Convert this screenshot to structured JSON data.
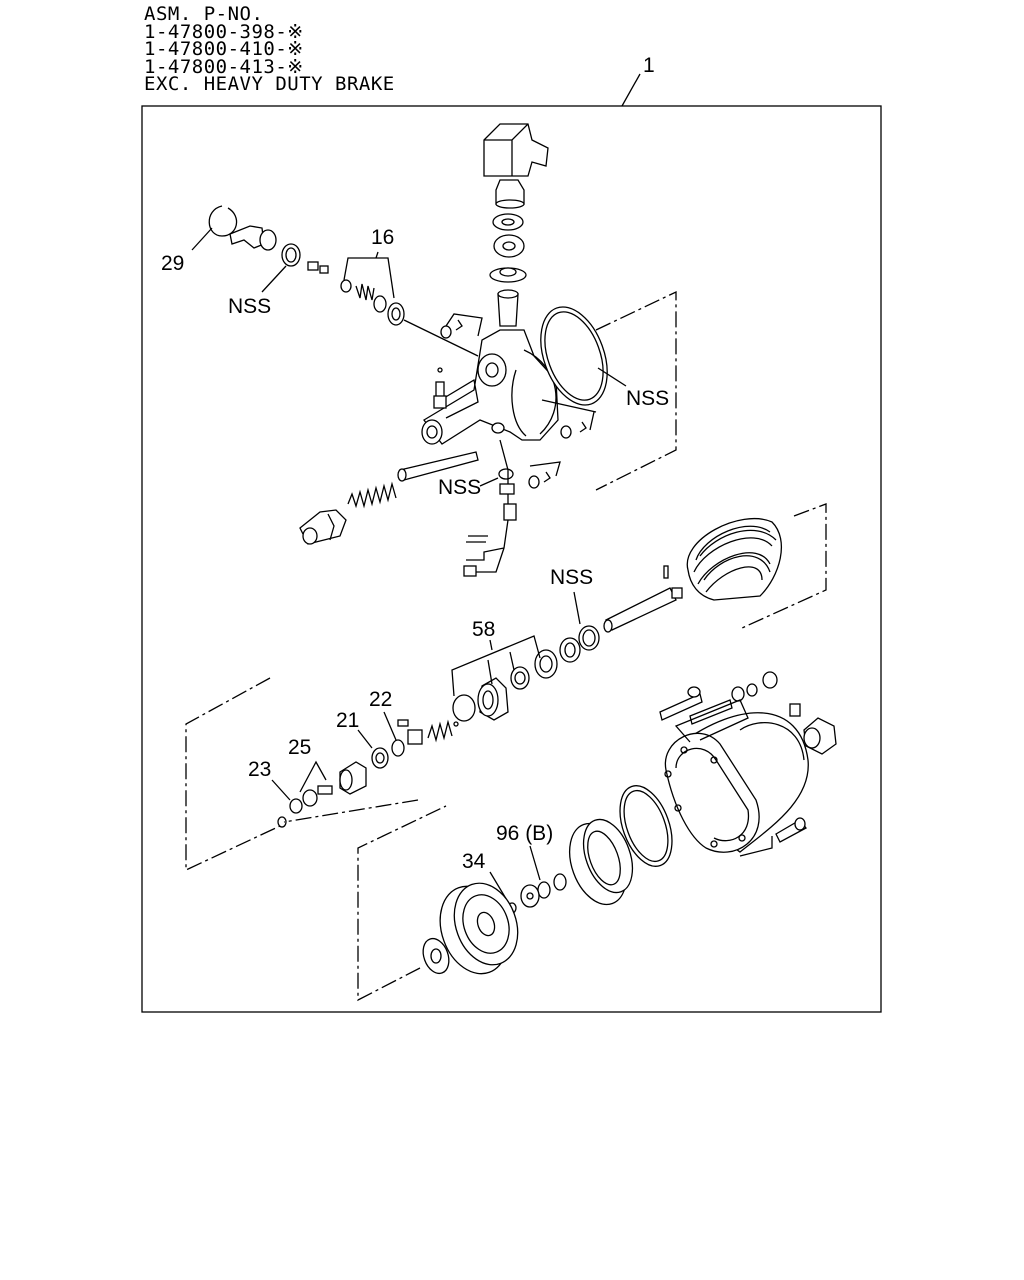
{
  "header": {
    "line1": "ASM. P-NO.",
    "line2": "1-47800-398-※",
    "line3": "1-47800-410-※",
    "line4": "1-47800-413-※",
    "line5": "EXC. HEAVY DUTY BRAKE"
  },
  "callouts": {
    "c1": "1",
    "c16": "16",
    "c29": "29",
    "nss_a": "NSS",
    "nss_b": "NSS",
    "nss_c": "NSS",
    "nss_d": "NSS",
    "c58": "58",
    "c21": "21",
    "c22": "22",
    "c25": "25",
    "c23": "23",
    "c96b": "96 (B)",
    "c34": "34"
  }
}
